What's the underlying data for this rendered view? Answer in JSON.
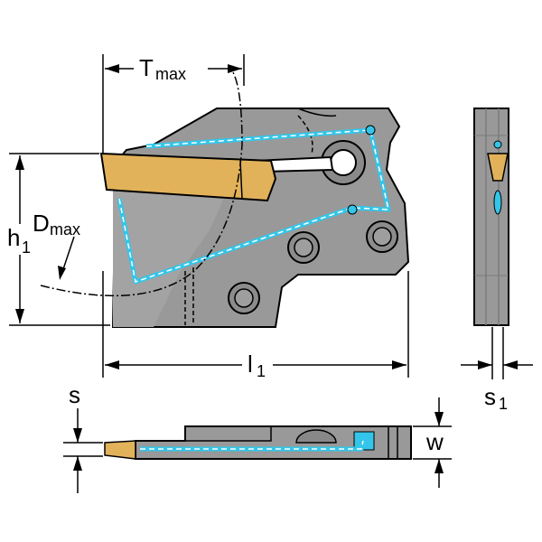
{
  "labels": {
    "tmax_main": "T",
    "tmax_sub": "max",
    "h1_main": "h",
    "h1_sub": "1",
    "dmax_main": "D",
    "dmax_sub": "max",
    "l1_main": "l",
    "l1_sub": "1",
    "s1_main": "s",
    "s1_sub": "1",
    "s": "s",
    "w": "w"
  },
  "colors": {
    "body": "#999999",
    "body_light": "#b0b0b0",
    "outline": "#000000",
    "insert": "#e2b25a",
    "coolant": "#33c6ea",
    "dash": "#ffffff"
  }
}
